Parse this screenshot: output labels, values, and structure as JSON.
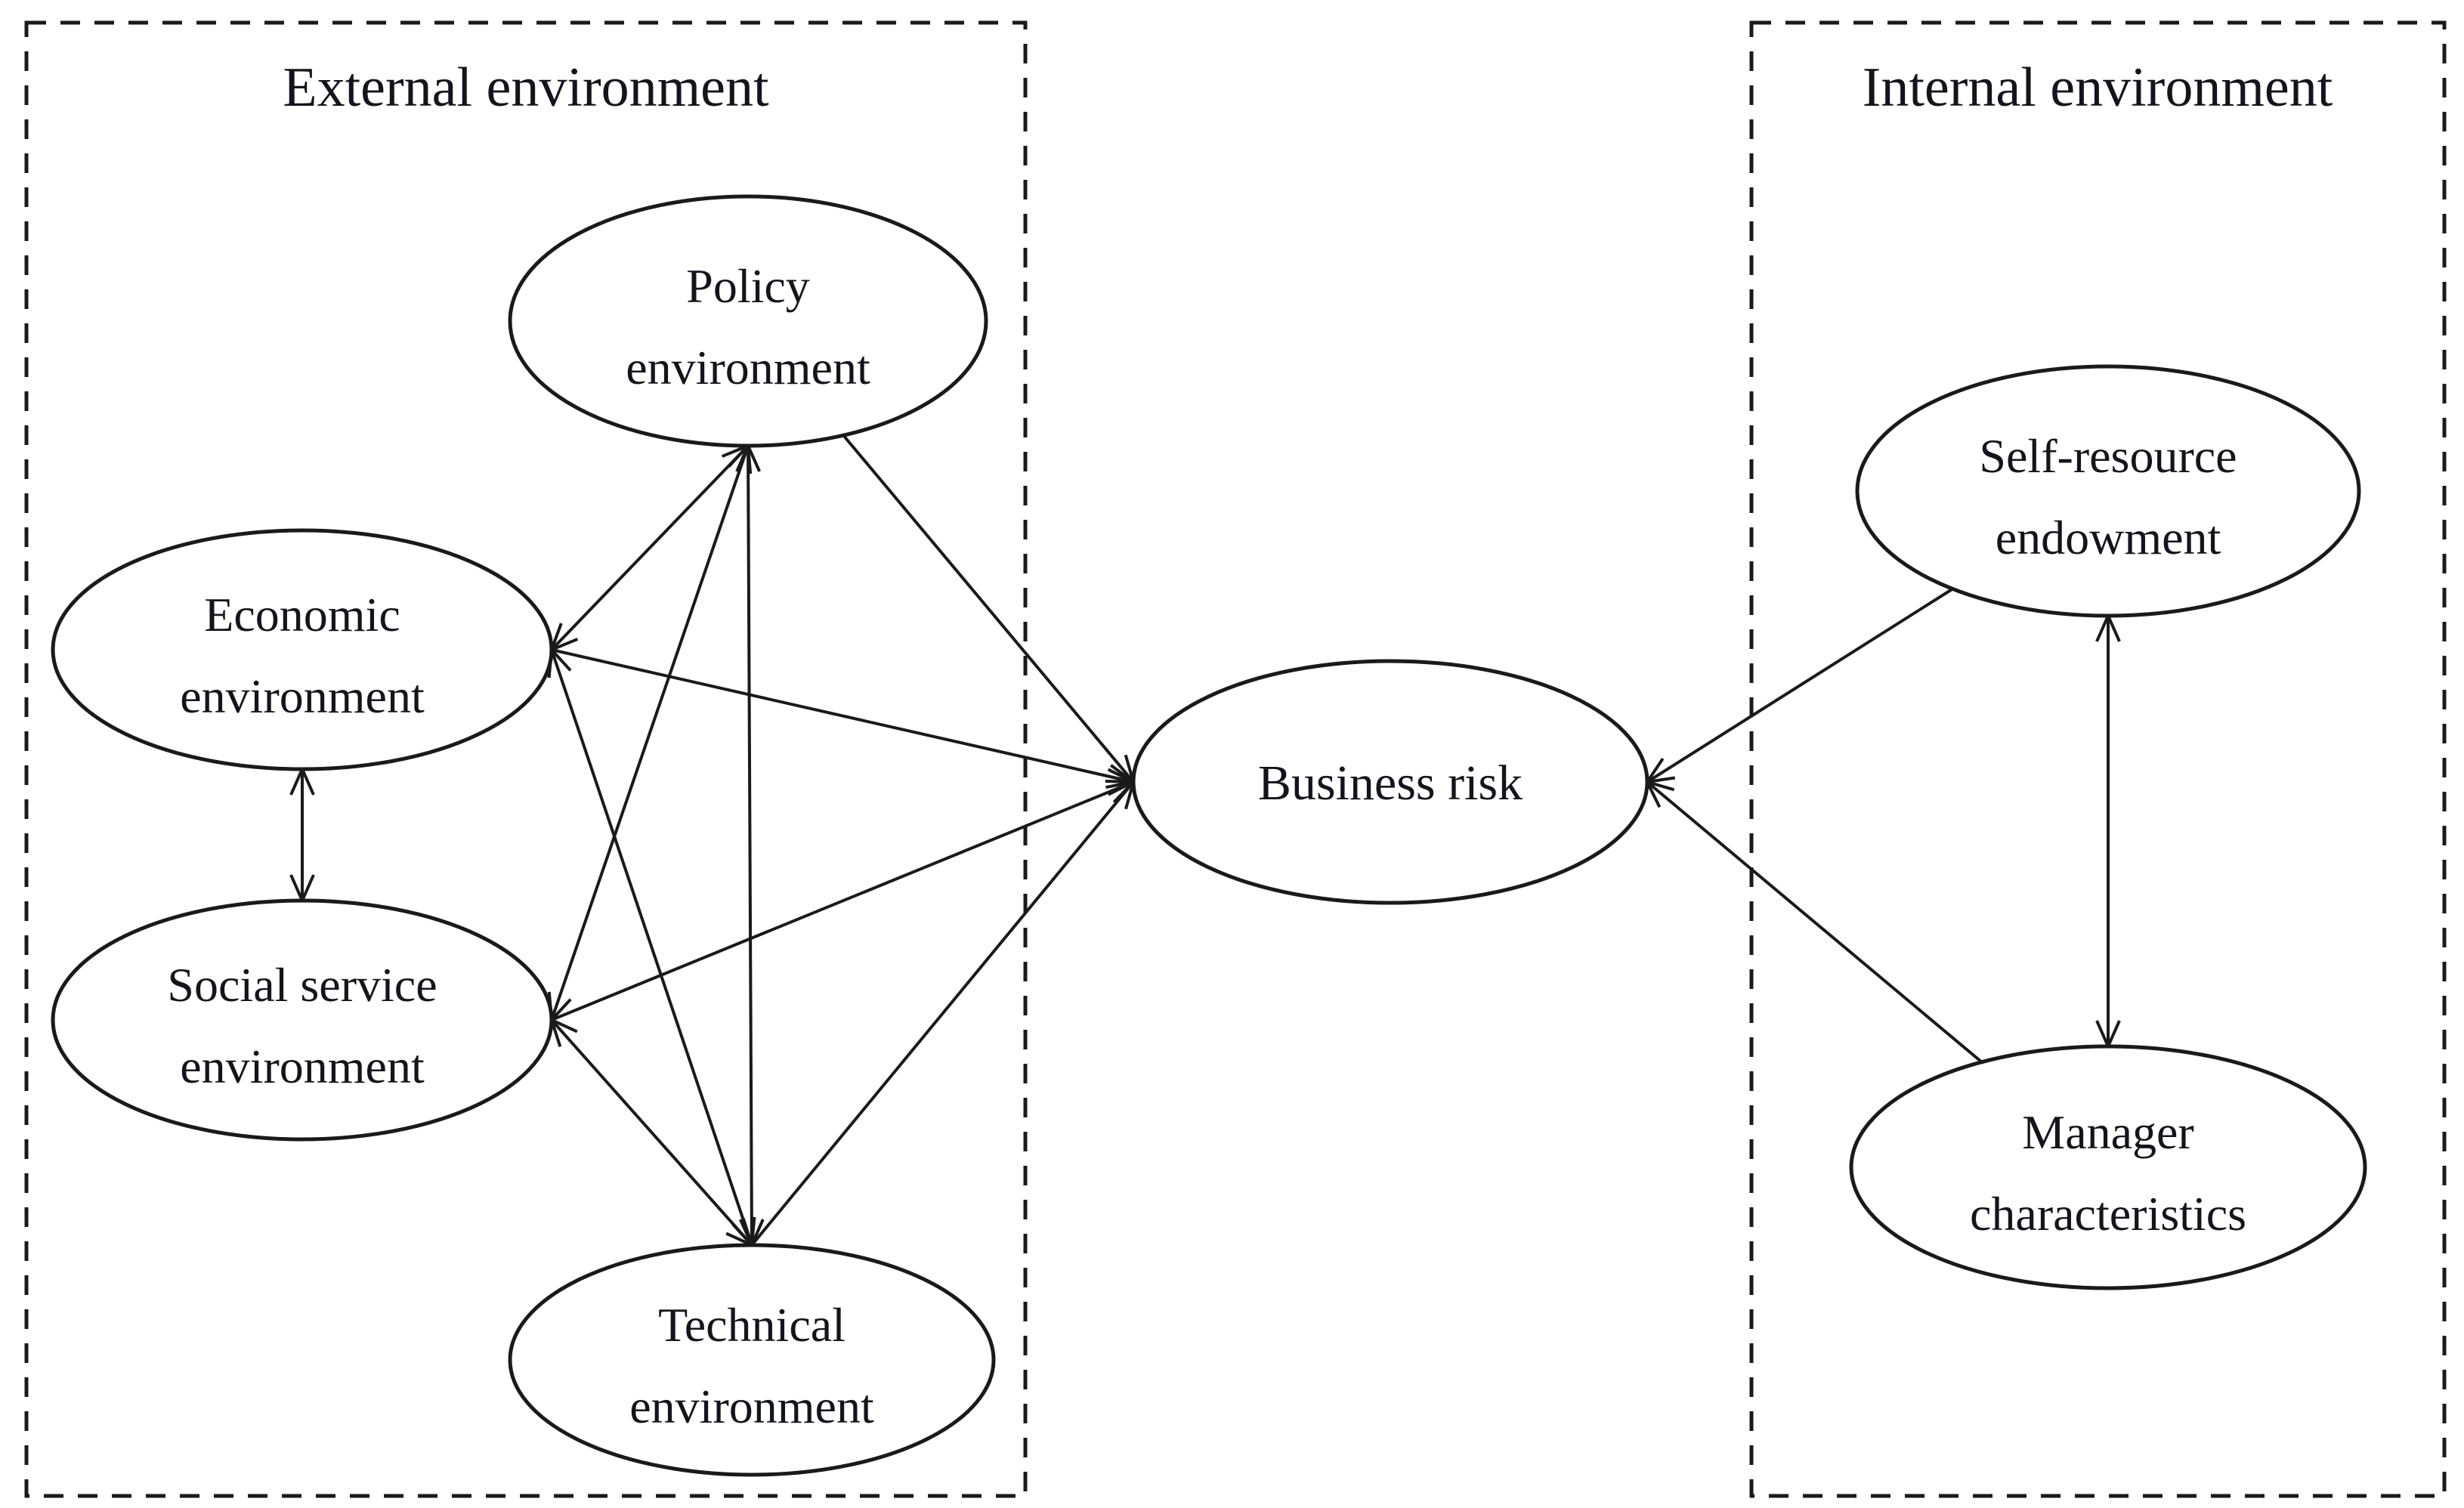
{
  "diagram": {
    "background_color": "#ffffff",
    "stroke_color": "#1a1a1a",
    "text_color": "#14141c"
  },
  "groups": {
    "external": {
      "label": "External environment",
      "nodes": {
        "policy": {
          "label": "Policy environment",
          "lines": [
            "Policy",
            "environment"
          ]
        },
        "economic": {
          "label": "Economic environment",
          "lines": [
            "Economic",
            "environment"
          ]
        },
        "social": {
          "label": "Social service environment",
          "lines": [
            "Social service",
            "environment"
          ]
        },
        "technical": {
          "label": "Technical environment",
          "lines": [
            "Technical",
            "environment"
          ]
        }
      }
    },
    "internal": {
      "label": "Internal environment",
      "nodes": {
        "self_resource": {
          "label": "Self-resource endowment",
          "lines": [
            "Self-resource",
            "endowment"
          ]
        },
        "manager": {
          "label": "Manager characteristics",
          "lines": [
            "Manager",
            "characteristics"
          ]
        }
      }
    }
  },
  "center": {
    "business_risk": {
      "label": "Business risk"
    }
  },
  "edges": [
    {
      "from": "economic",
      "to": "social",
      "type": "bidirectional"
    },
    {
      "from": "policy",
      "to": "economic",
      "type": "bidirectional"
    },
    {
      "from": "policy",
      "to": "social",
      "type": "bidirectional"
    },
    {
      "from": "policy",
      "to": "technical",
      "type": "bidirectional"
    },
    {
      "from": "economic",
      "to": "technical",
      "type": "bidirectional"
    },
    {
      "from": "social",
      "to": "technical",
      "type": "bidirectional"
    },
    {
      "from": "self_resource",
      "to": "manager",
      "type": "bidirectional"
    },
    {
      "from": "policy",
      "to": "business_risk",
      "type": "directed"
    },
    {
      "from": "economic",
      "to": "business_risk",
      "type": "directed"
    },
    {
      "from": "social",
      "to": "business_risk",
      "type": "directed"
    },
    {
      "from": "technical",
      "to": "business_risk",
      "type": "directed"
    },
    {
      "from": "self_resource",
      "to": "business_risk",
      "type": "directed"
    },
    {
      "from": "manager",
      "to": "business_risk",
      "type": "directed"
    }
  ]
}
